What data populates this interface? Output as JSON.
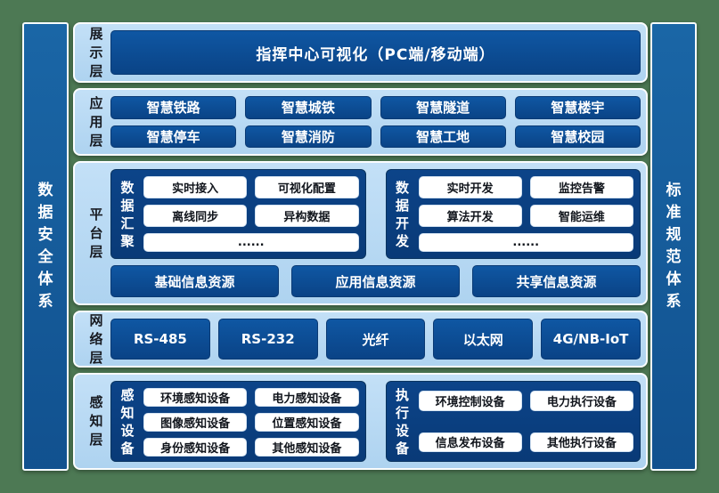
{
  "colors": {
    "page_background": "#4d7954",
    "band_background": "#b6d9f3",
    "band_border": "#fbfdff",
    "dark_box": "#0d4c95",
    "group_container": "#0b4083",
    "pillar": "#15599c",
    "white_box": "#ffffff",
    "dark_text": "#181b22",
    "white_text": "#ffffff"
  },
  "pillars": {
    "left_label": "数据安全体系",
    "right_label": "标准规范体系"
  },
  "layers": {
    "display": {
      "label": "展示层",
      "box": "指挥中心可视化（PC端/移动端）"
    },
    "application": {
      "label": "应用层",
      "boxes": [
        "智慧铁路",
        "智慧城铁",
        "智慧隧道",
        "智慧楼宇",
        "智慧停车",
        "智慧消防",
        "智慧工地",
        "智慧校园"
      ]
    },
    "platform": {
      "label": "平台层",
      "groups": [
        {
          "label": "数据汇聚",
          "items": [
            "实时接入",
            "可视化配置",
            "离线同步",
            "异构数据"
          ],
          "more": "......"
        },
        {
          "label": "数据开发",
          "items": [
            "实时开发",
            "监控告警",
            "算法开发",
            "智能运维"
          ],
          "more": "......"
        }
      ],
      "resources": [
        "基础信息资源",
        "应用信息资源",
        "共享信息资源"
      ]
    },
    "network": {
      "label": "网络层",
      "boxes": [
        "RS-485",
        "RS-232",
        "光纤",
        "以太网",
        "4G/NB-IoT"
      ]
    },
    "perception": {
      "label": "感知层",
      "groups": [
        {
          "label": "感知设备",
          "items": [
            "环境感知设备",
            "电力感知设备",
            "图像感知设备",
            "位置感知设备",
            "身份感知设备",
            "其他感知设备"
          ]
        },
        {
          "label": "执行设备",
          "items": [
            "环境控制设备",
            "电力执行设备",
            "信息发布设备",
            "其他执行设备"
          ]
        }
      ]
    }
  }
}
